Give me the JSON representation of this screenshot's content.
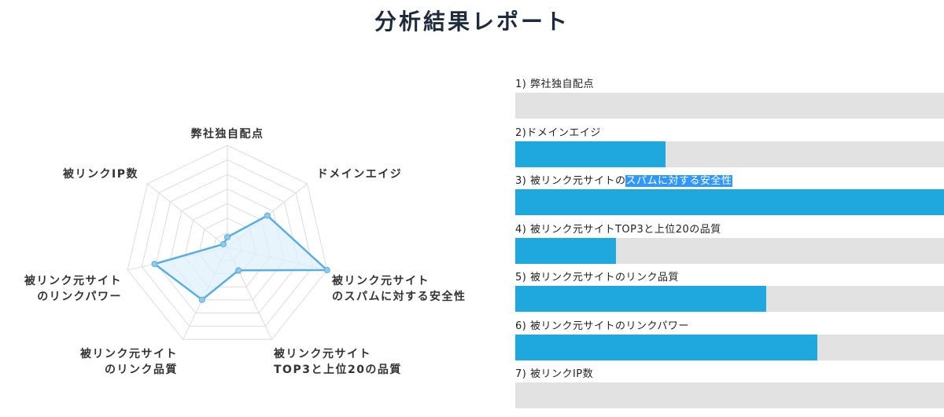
{
  "page": {
    "title": "分析結果レポート"
  },
  "chart_data": [
    {
      "type": "radar",
      "title": "",
      "axes": [
        "弊社独自配点",
        "ドメインエイジ",
        [
          "被リンク元サイト",
          "のスパムに対する安全性"
        ],
        [
          "被リンク元サイト",
          "TOP3と上位20の品質"
        ],
        [
          "被リンク元サイト",
          "のリンク品質"
        ],
        [
          "被リンク元サイト",
          "のリンクパワー"
        ],
        "被リンクIP数"
      ],
      "range": [
        0,
        1
      ],
      "grid_rings": 7,
      "values": [
        0.1,
        0.5,
        1.0,
        0.25,
        0.57,
        0.73,
        0.05
      ],
      "colors": {
        "line": "#5aaee0",
        "fill": "#dff0fa",
        "point": "#8fcaed",
        "grid": "#dcdcdc"
      }
    },
    {
      "type": "bar",
      "orientation": "horizontal",
      "categories": [
        {
          "text": "1) 弊社独自配点"
        },
        {
          "text": "2)ドメインエイジ"
        },
        {
          "text": "3) 被リンク元サイトの",
          "highlight": "スパムに対する安全性"
        },
        {
          "text": "4) 被リンク元サイトTOP3と上位20の品質"
        },
        {
          "text": "5) 被リンク元サイトのリンク品質"
        },
        {
          "text": "6) 被リンク元サイトのリンクパワー"
        },
        {
          "text": "7) 被リンクIP数"
        }
      ],
      "values": [
        0,
        35,
        100,
        23.5,
        58.5,
        70.5,
        0
      ],
      "range": [
        0,
        100
      ],
      "colors": {
        "bar": "#1ea8de",
        "track": "#e2e2e2",
        "highlight": "#3297fd"
      }
    }
  ]
}
